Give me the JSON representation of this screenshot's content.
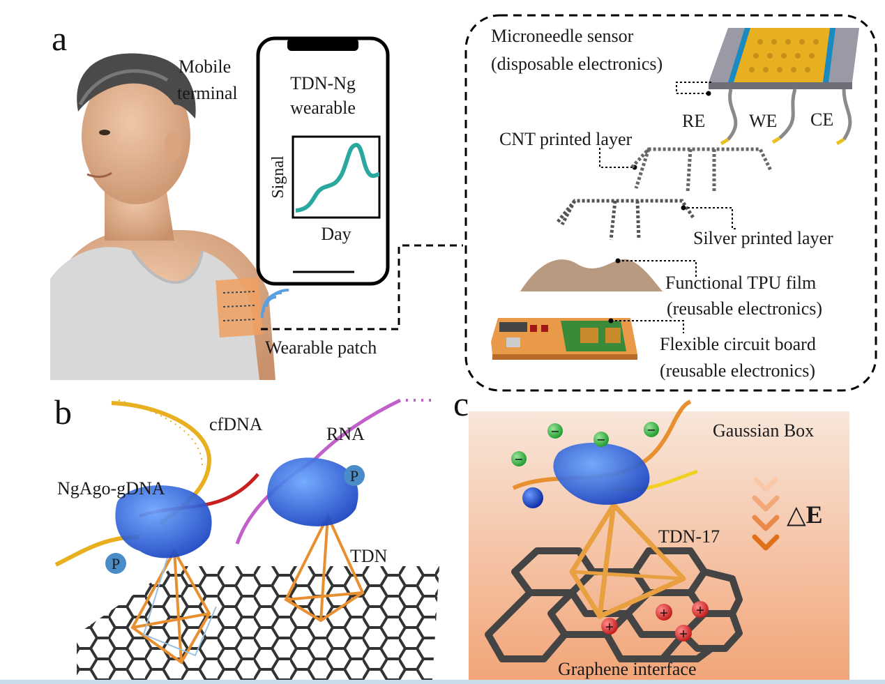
{
  "panels": {
    "a": "a",
    "b": "b",
    "c": "c"
  },
  "panel_a": {
    "mobile_terminal": [
      "Mobile",
      "terminal"
    ],
    "phone_title": [
      "TDN-Ng",
      "wearable"
    ],
    "signal_axis": "Signal",
    "day_axis": "Day",
    "wearable_patch": "Wearable patch",
    "microneedle": [
      "Microneedle sensor",
      "(disposable electronics)"
    ],
    "electrodes": {
      "re": "RE",
      "we": "WE",
      "ce": "CE"
    },
    "cnt_layer": "CNT printed layer",
    "silver_layer": "Silver printed layer",
    "tpu_film": [
      "Functional TPU film",
      "(reusable electronics)"
    ],
    "circuit_board": [
      "Flexible circuit board",
      "(reusable electronics)"
    ]
  },
  "panel_b": {
    "cfdna": "cfDNA",
    "rna": "RNA",
    "ngago": "NgAgo-gDNA",
    "tdn": "TDN",
    "phosphate": "P"
  },
  "panel_c": {
    "gaussian_box": "Gaussian Box",
    "delta_e": "△E",
    "tdn17": "TDN-17",
    "graphene": "Graphene interface"
  },
  "colors": {
    "teal_signal": "#2aa8a0",
    "dna_yellow": "#e8b020",
    "dna_orange": "#e89030",
    "rna_purple": "#c060c8",
    "protein_blue": "#2060d8",
    "graphene_gray": "#3a3a3a"
  }
}
